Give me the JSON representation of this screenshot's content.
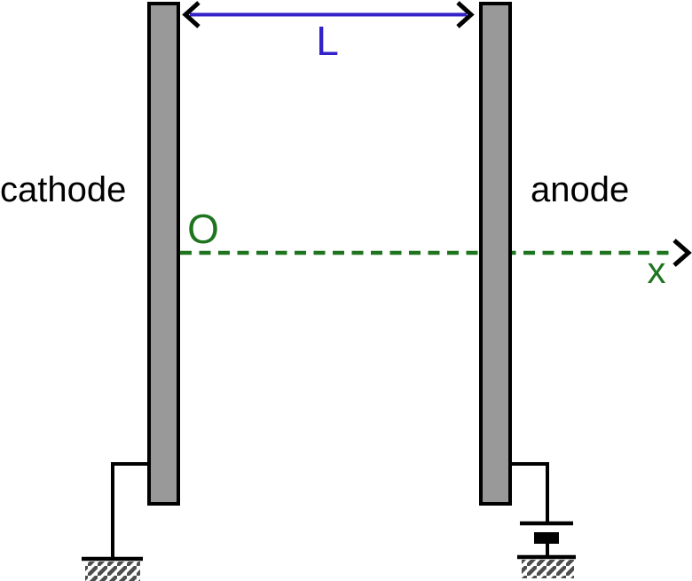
{
  "diagram": {
    "labels": {
      "cathode": "cathode",
      "anode": "anode",
      "gap_length": "L",
      "origin": "O",
      "x_axis": "x"
    },
    "colors": {
      "plate-fill": "#999999",
      "outline-black": "#000000",
      "arrow-blue": "#3222c8",
      "axis-green": "#1f751f",
      "hatch-gray": "#4d4d4d"
    }
  }
}
